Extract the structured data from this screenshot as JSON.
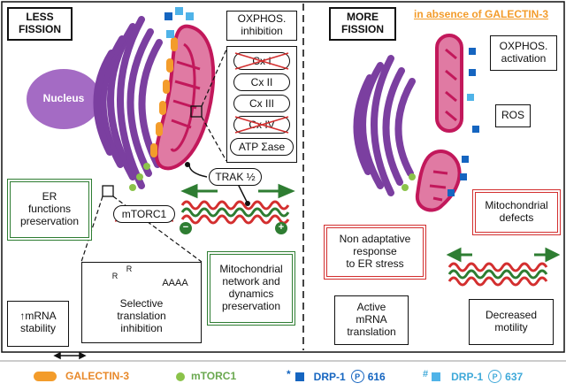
{
  "left_panel": {
    "header": "LESS\nFISSION",
    "nucleus_label": "Nucleus",
    "oxphos_title": "OXPHOS.\ninhibition",
    "complexes": [
      "Cx I",
      "Cx II",
      "Cx III",
      "Cx IV",
      "ATP Σase"
    ],
    "complexes_crossed": [
      true,
      false,
      false,
      true,
      false
    ],
    "trak_label": "TRAK ½",
    "mtorc_label": "mTORC1",
    "er_box": "ER\nfunctions\npreservation",
    "mito_box": "Mitochondrial\nnetwork and\ndynamics\npreservation",
    "translation_box": "Selective\ntranslation\ninhibition",
    "polya_label": "AAAA",
    "ribosome_letter": "R",
    "mrna_box": "mRNA\nstability",
    "mrna_arrow": "↑",
    "minus_sign": "−",
    "plus_sign": "+"
  },
  "right_panel": {
    "header": "MORE\nFISSION",
    "condition": "in absence of GALECTIN-3",
    "oxphos_box": "OXPHOS.\nactivation",
    "ros_box": "ROS",
    "mito_defects_box": "Mitochondrial\ndefects",
    "non_adaptive_box": "Non adaptative\nresponse\nto ER stress",
    "active_box": "Active\nmRNA\ntranslation",
    "motility_box": "Decreased\nmotility"
  },
  "legend": {
    "galectin": "GALECTIN-3",
    "mtorc": "mTORC1",
    "drp616_prefix": "DRP-1",
    "drp616_suffix": "616",
    "drp637_prefix": "DRP-1",
    "drp637_suffix": "637",
    "phospho_symbol": "P",
    "star_mark": "*",
    "hash_mark": "#"
  },
  "colors": {
    "er_purple": "#7b3fa0",
    "nucleus": "#a46bc4",
    "mito_pink": "#c2185b",
    "galectin_orange": "#f39c2b",
    "mtorc_green": "#8bc34a",
    "drp616_blue": "#1565c0",
    "drp637_blue": "#4fb3e8",
    "condition_orange": "#f39c2b",
    "legend_text_orange": "#e8892a",
    "legend_text_green": "#6aa84f",
    "legend_text_blue": "#1565c0",
    "legend_text_lightblue": "#3fa9d9"
  }
}
